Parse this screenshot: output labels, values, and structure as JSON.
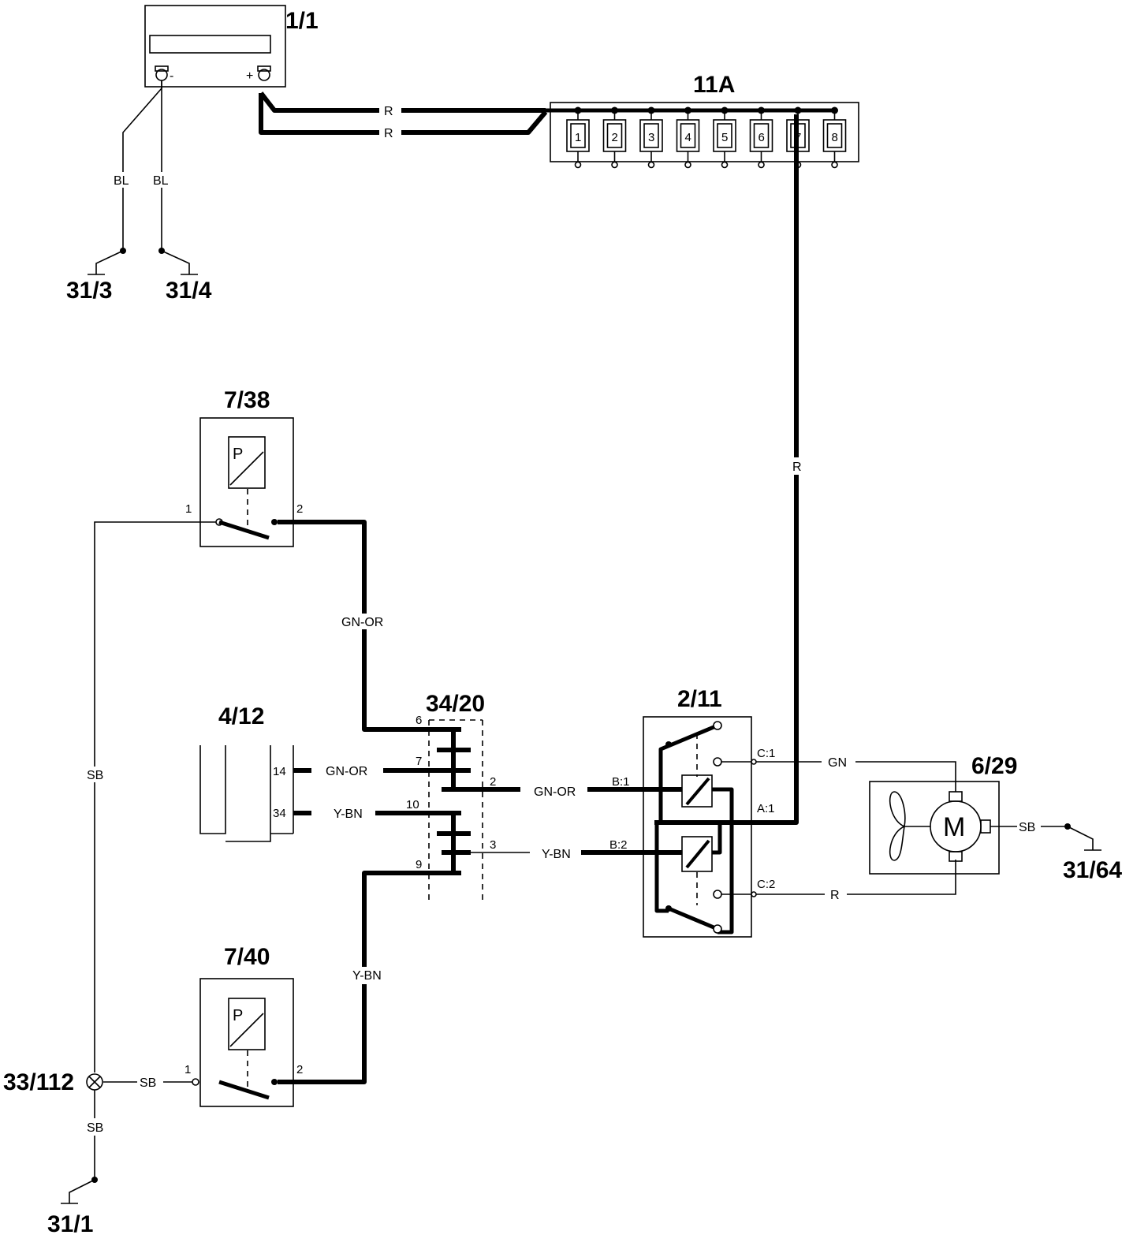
{
  "components": {
    "battery": "1/1",
    "fusebox": "11A",
    "ground_31_3": "31/3",
    "ground_31_4": "31/4",
    "pressure_switch_1": "7/38",
    "pressure_switch_2": "7/40",
    "control_module": "4/12",
    "connector": "34/20",
    "relay": "2/11",
    "fan_motor": "6/29",
    "ground_31_64": "31/64",
    "splice": "33/112",
    "ground_31_1": "31/1"
  },
  "battery_terminals": {
    "neg": "-",
    "pos": "+"
  },
  "fuses": [
    "1",
    "2",
    "3",
    "4",
    "5",
    "6",
    "7",
    "8"
  ],
  "wire_colors": {
    "r": "R",
    "bl": "BL",
    "gn_or": "GN-OR",
    "y_bn": "Y-BN",
    "sb": "SB",
    "gn": "GN"
  },
  "pins": {
    "switch_1": "1",
    "switch_2": "2",
    "module_14": "14",
    "module_34": "34",
    "conn_6": "6",
    "conn_7": "7",
    "conn_2": "2",
    "conn_10": "10",
    "conn_3": "3",
    "conn_9": "9",
    "relay_b1": "B:1",
    "relay_b2": "B:2",
    "relay_c1": "C:1",
    "relay_a1": "A:1",
    "relay_c2": "C:2"
  },
  "symbols": {
    "pressure": "P",
    "motor": "M"
  }
}
